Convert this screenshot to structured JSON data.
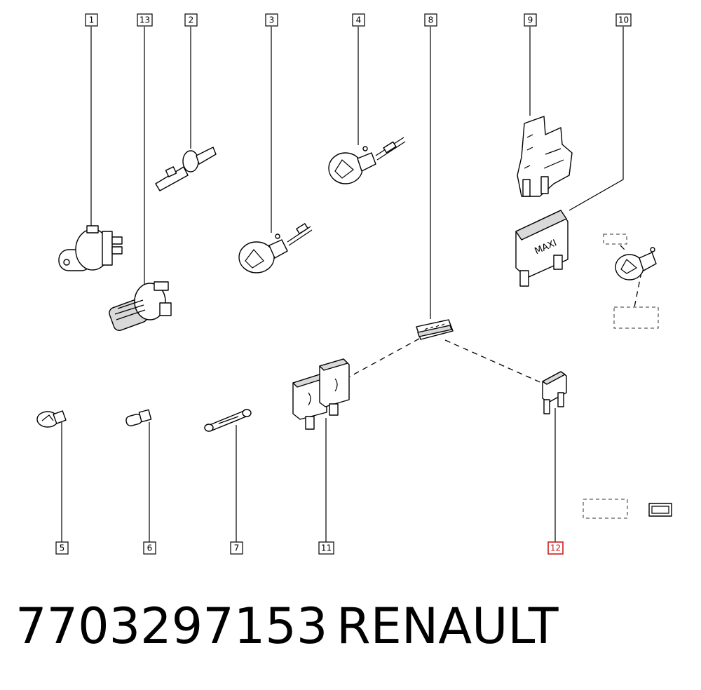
{
  "callouts": [
    {
      "id": "1",
      "highlight": false
    },
    {
      "id": "13",
      "highlight": false
    },
    {
      "id": "2",
      "highlight": false
    },
    {
      "id": "3",
      "highlight": false
    },
    {
      "id": "4",
      "highlight": false
    },
    {
      "id": "8",
      "highlight": false
    },
    {
      "id": "9",
      "highlight": false
    },
    {
      "id": "10",
      "highlight": false
    },
    {
      "id": "5",
      "highlight": false
    },
    {
      "id": "6",
      "highlight": false
    },
    {
      "id": "7",
      "highlight": false
    },
    {
      "id": "11",
      "highlight": false
    },
    {
      "id": "12",
      "highlight": true
    }
  ],
  "fuse_labels": {
    "maxi": "MAXI"
  },
  "footer": {
    "part_number": "7703297153",
    "brand": "RENAULT"
  },
  "colors": {
    "line": "#000000",
    "highlight": "#d11a1a",
    "background": "#ffffff"
  }
}
